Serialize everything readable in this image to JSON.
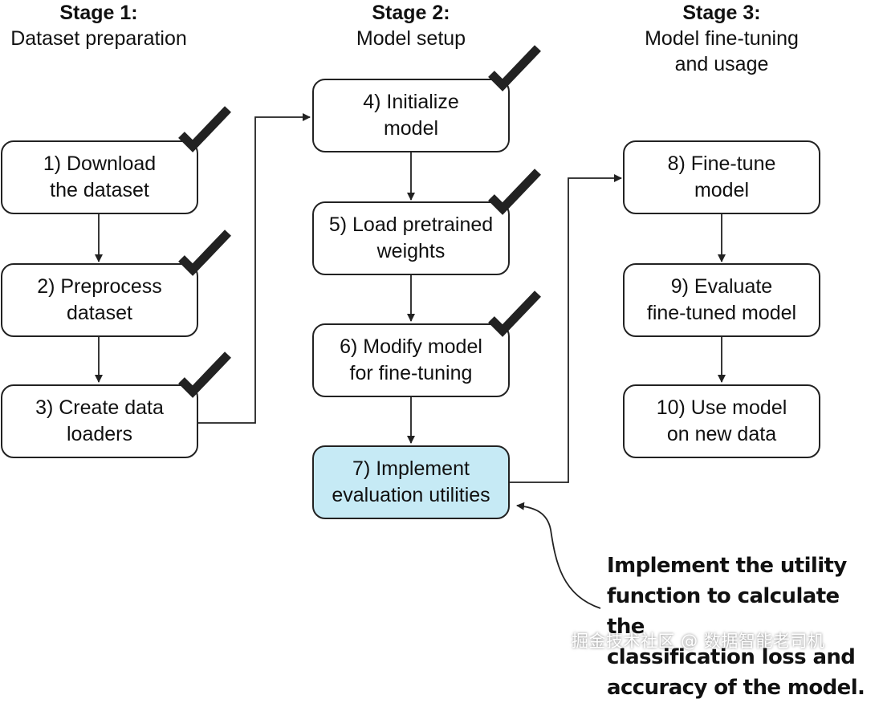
{
  "stages": [
    {
      "title": "Stage 1:",
      "subtitle": "Dataset preparation"
    },
    {
      "title": "Stage 2:",
      "subtitle": "Model setup"
    },
    {
      "title": "Stage 3:",
      "subtitle_lines": [
        "Model fine-tuning",
        "and usage"
      ]
    }
  ],
  "steps": [
    {
      "lines": [
        "1) Download",
        "the dataset"
      ],
      "done": true
    },
    {
      "lines": [
        "2) Preprocess",
        "dataset"
      ],
      "done": true
    },
    {
      "lines": [
        "3) Create data",
        "loaders"
      ],
      "done": true
    },
    {
      "lines": [
        "4) Initialize",
        "model"
      ],
      "done": true
    },
    {
      "lines": [
        "5) Load pretrained",
        "weights"
      ],
      "done": true
    },
    {
      "lines": [
        "6) Modify model",
        "for fine-tuning"
      ],
      "done": true
    },
    {
      "lines": [
        "7) Implement",
        "evaluation utilities"
      ],
      "done": false,
      "highlighted": true
    },
    {
      "lines": [
        "8) Fine-tune",
        "model"
      ],
      "done": false
    },
    {
      "lines": [
        "9) Evaluate",
        "fine-tuned model"
      ],
      "done": false
    },
    {
      "lines": [
        "10) Use model",
        "on new data"
      ],
      "done": false
    }
  ],
  "annotation": {
    "lines": [
      "Implement the utility",
      "function to calculate the",
      "classification loss and",
      "accuracy of the model."
    ]
  },
  "watermark": "掘金技术社区 @ 数据智能老司机",
  "colors": {
    "highlight_fill": "#c6eaf5",
    "border": "#222222",
    "text": "#111111"
  }
}
